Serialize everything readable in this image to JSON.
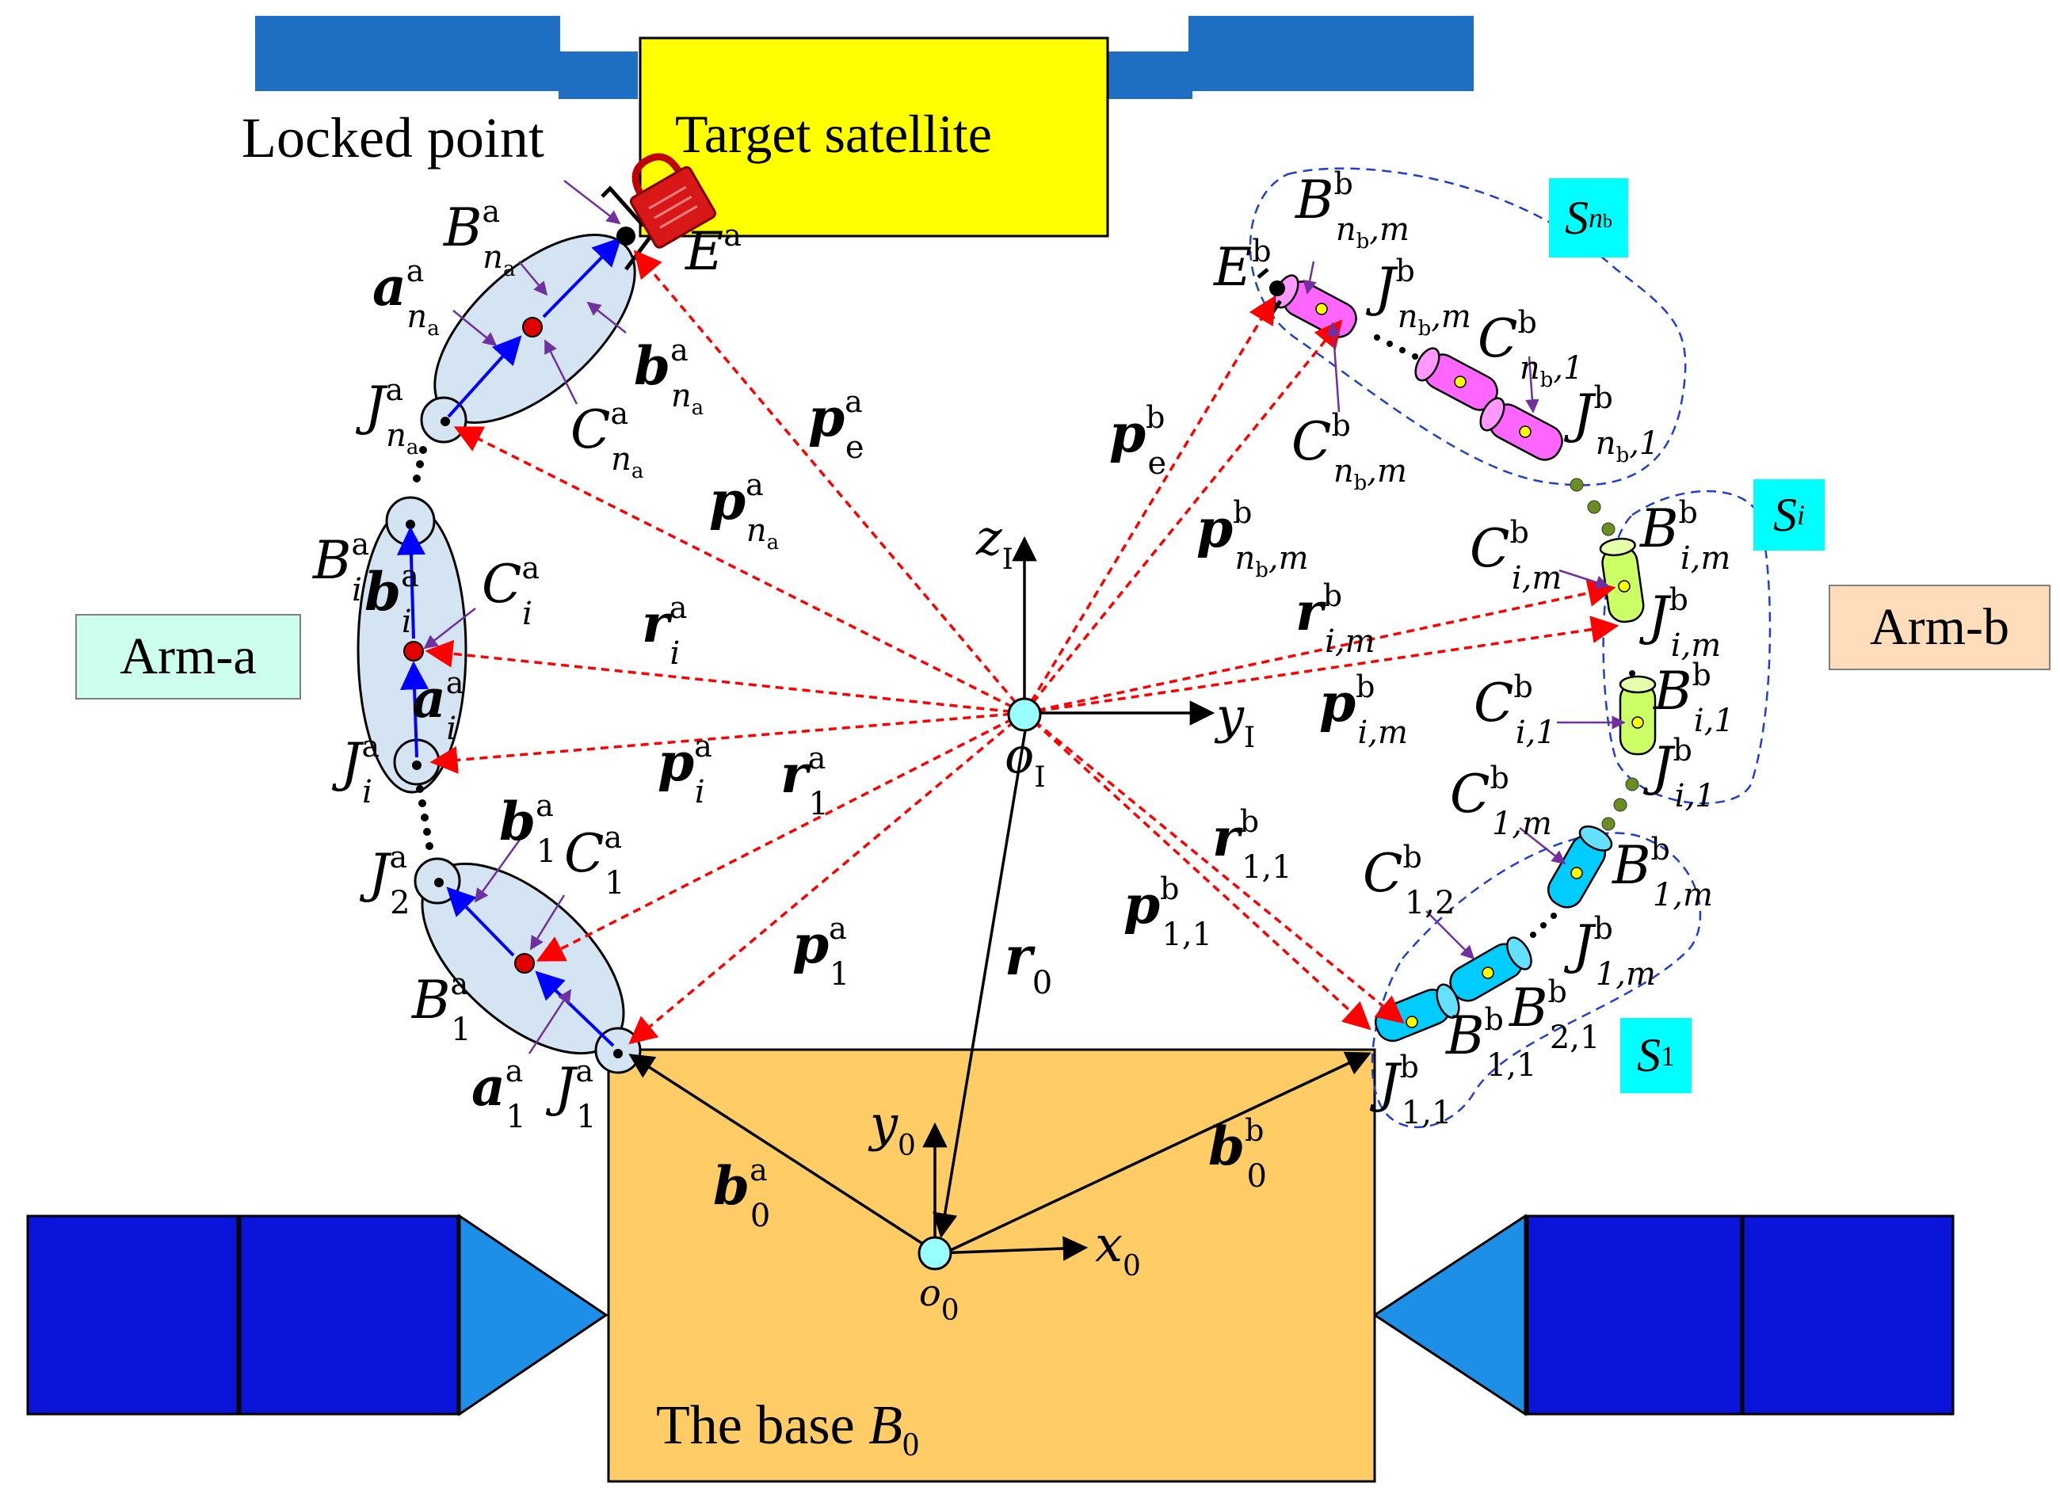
{
  "title": "Target satellite",
  "locked_point_label": "Locked point",
  "base_label": "The base",
  "base_symbol": "B",
  "base_symbol_sub": "0",
  "arm_a_label": "Arm-a",
  "arm_b_label": "Arm-b",
  "subsystem_labels": [
    {
      "main": "S",
      "sub": "n",
      "subsub": "b"
    },
    {
      "main": "S",
      "sub": "i",
      "subsub": ""
    },
    {
      "main": "S",
      "sub": "1",
      "subsub": ""
    }
  ],
  "inertial_frame": {
    "origin": "o",
    "origin_sub": "I",
    "z": "z",
    "z_sub": "I",
    "y": "y",
    "y_sub": "I"
  },
  "base_frame": {
    "origin": "o",
    "origin_sub": "0",
    "x": "x",
    "x_sub": "0",
    "y": "y",
    "y_sub": "0"
  },
  "vectors": {
    "r0": {
      "main": "r",
      "sub": "0"
    },
    "b0a": {
      "main": "b",
      "sup": "a",
      "sub": "0"
    },
    "b0b": {
      "main": "b",
      "sup": "b",
      "sub": "0"
    },
    "pea": {
      "main": "p",
      "sup": "a",
      "sub": "e"
    },
    "pna": {
      "main": "p",
      "sup": "a",
      "sub": "n",
      "subsub": "a"
    },
    "ria": {
      "main": "r",
      "sup": "a",
      "sub": "i"
    },
    "pia": {
      "main": "p",
      "sup": "a",
      "sub": "i"
    },
    "r1a": {
      "main": "r",
      "sup": "a",
      "sub": "1"
    },
    "p1a": {
      "main": "p",
      "sup": "a",
      "sub": "1"
    },
    "peb": {
      "main": "p",
      "sup": "b",
      "sub": "e"
    },
    "pnbm": {
      "main": "p",
      "sup": "b",
      "sub": "n",
      "subsub": "b",
      "tail": ",m"
    },
    "rimb": {
      "main": "r",
      "sup": "b",
      "sub": "i,m"
    },
    "pimb": {
      "main": "p",
      "sup": "b",
      "sub": "i,m"
    },
    "r11b": {
      "main": "r",
      "sup": "b",
      "sub": "1,1"
    },
    "p11b": {
      "main": "p",
      "sup": "b",
      "sub": "1,1"
    }
  },
  "arm_a_labels": {
    "Ea": {
      "main": "E",
      "sup": "a"
    },
    "Bna": {
      "main": "B",
      "sup": "a",
      "sub": "n",
      "subsub": "a"
    },
    "ana": {
      "main": "a",
      "sup": "a",
      "sub": "n",
      "subsub": "a"
    },
    "bna": {
      "main": "b",
      "sup": "a",
      "sub": "n",
      "subsub": "a"
    },
    "Jna": {
      "main": "J",
      "sup": "a",
      "sub": "n",
      "subsub": "a"
    },
    "Cna": {
      "main": "C",
      "sup": "a",
      "sub": "n",
      "subsub": "a"
    },
    "Bia": {
      "main": "B",
      "sup": "a",
      "sub": "i"
    },
    "bia": {
      "main": "b",
      "sup": "a",
      "sub": "i"
    },
    "Cia": {
      "main": "C",
      "sup": "a",
      "sub": "i"
    },
    "aia": {
      "main": "a",
      "sup": "a",
      "sub": "i"
    },
    "Jia": {
      "main": "J",
      "sup": "a",
      "sub": "i"
    },
    "b1a": {
      "main": "b",
      "sup": "a",
      "sub": "1"
    },
    "C1a": {
      "main": "C",
      "sup": "a",
      "sub": "1"
    },
    "J2a": {
      "main": "J",
      "sup": "a",
      "sub": "2"
    },
    "B1a": {
      "main": "B",
      "sup": "a",
      "sub": "1"
    },
    "a1a": {
      "main": "a",
      "sup": "a",
      "sub": "1"
    },
    "J1a": {
      "main": "J",
      "sup": "a",
      "sub": "1"
    }
  },
  "arm_b_labels": {
    "Eb": {
      "main": "E",
      "sup": "b"
    },
    "Bnbm": {
      "main": "B",
      "sup": "b",
      "sub": "n",
      "subsub": "b",
      "tail": ",m"
    },
    "Jnbm": {
      "main": "J",
      "sup": "b",
      "sub": "n",
      "subsub": "b",
      "tail": ",m"
    },
    "Cnb1": {
      "main": "C",
      "sup": "b",
      "sub": "n",
      "subsub": "b",
      "tail": ",1"
    },
    "Jnb1": {
      "main": "J",
      "sup": "b",
      "sub": "n",
      "subsub": "b",
      "tail": ",1"
    },
    "Cnbm": {
      "main": "C",
      "sup": "b",
      "sub": "n",
      "subsub": "b",
      "tail": ",m"
    },
    "Cimb": {
      "main": "C",
      "sup": "b",
      "sub": "i,m"
    },
    "Bimb": {
      "main": "B",
      "sup": "b",
      "sub": "i,m"
    },
    "Jimb": {
      "main": "J",
      "sup": "b",
      "sub": "i,m"
    },
    "Ci1b": {
      "main": "C",
      "sup": "b",
      "sub": "i,1"
    },
    "Bi1b": {
      "main": "B",
      "sup": "b",
      "sub": "i,1"
    },
    "Ji1b": {
      "main": "J",
      "sup": "b",
      "sub": "i,1"
    },
    "C1mb": {
      "main": "C",
      "sup": "b",
      "sub": "1,m"
    },
    "B1mb": {
      "main": "B",
      "sup": "b",
      "sub": "1,m"
    },
    "J1mb": {
      "main": "J",
      "sup": "b",
      "sub": "1,m"
    },
    "C12b": {
      "main": "C",
      "sup": "b",
      "sub": "1,2"
    },
    "B21b": {
      "main": "B",
      "sup": "b",
      "sub": "2,1"
    },
    "B11b": {
      "main": "B",
      "sup": "b",
      "sub": "1,1"
    },
    "J11b": {
      "main": "J",
      "sup": "b",
      "sub": "1,1"
    }
  },
  "colors": {
    "panel_dark": "#0b14d9",
    "panel_light": "#1e8fe6",
    "solar_bar": "#1e6fc4",
    "target_body": "#ffff00",
    "base_body": "#ffcc66",
    "link_fill": "#d4e4f2",
    "dashed_red": "#ff0000",
    "blue_arrow": "#0000ff",
    "magenta_link": "#ff66ff",
    "green_link": "#ccff66",
    "cyan_link": "#00ccff",
    "arm_a_box": "#ccffee",
    "arm_b_box": "#ffddbb",
    "badge": "#00ffff"
  }
}
